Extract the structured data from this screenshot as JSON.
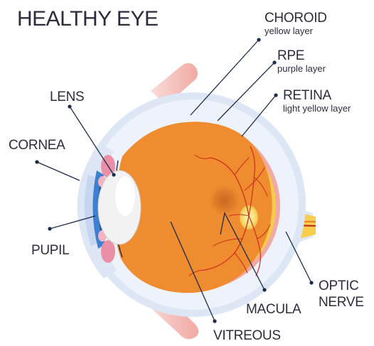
{
  "title": "HEALTHY EYE",
  "labels": {
    "choroid": "CHOROID",
    "choroid_sub": "yellow layer",
    "rpe": "RPE",
    "rpe_sub": "purple layer",
    "retina": "RETINA",
    "retina_sub": "light yellow layer",
    "lens": "LENS",
    "cornea": "CORNEA",
    "pupil": "PUPIL",
    "optic_line1": "OPTIC",
    "optic_line2": "NERVE",
    "macula": "MACULA",
    "vitreous": "VITREOUS"
  },
  "colors": {
    "text": "#2b2d3d",
    "leader": "#1c2c4a",
    "sclera_outer": "#dde6f5",
    "sclera_inner": "#eef2fb",
    "layer_pink": "#f1a9a5",
    "choroid_yellow": "#f8cb48",
    "vitreous_orange": "#ef8c2f",
    "lens_white": "#f2f2f2",
    "iris_blue": "#3d7fd0",
    "muscle_pink": "#f6c4c0",
    "optic_nerve": "#f8cd4c",
    "vessel_red": "#c9301c"
  }
}
